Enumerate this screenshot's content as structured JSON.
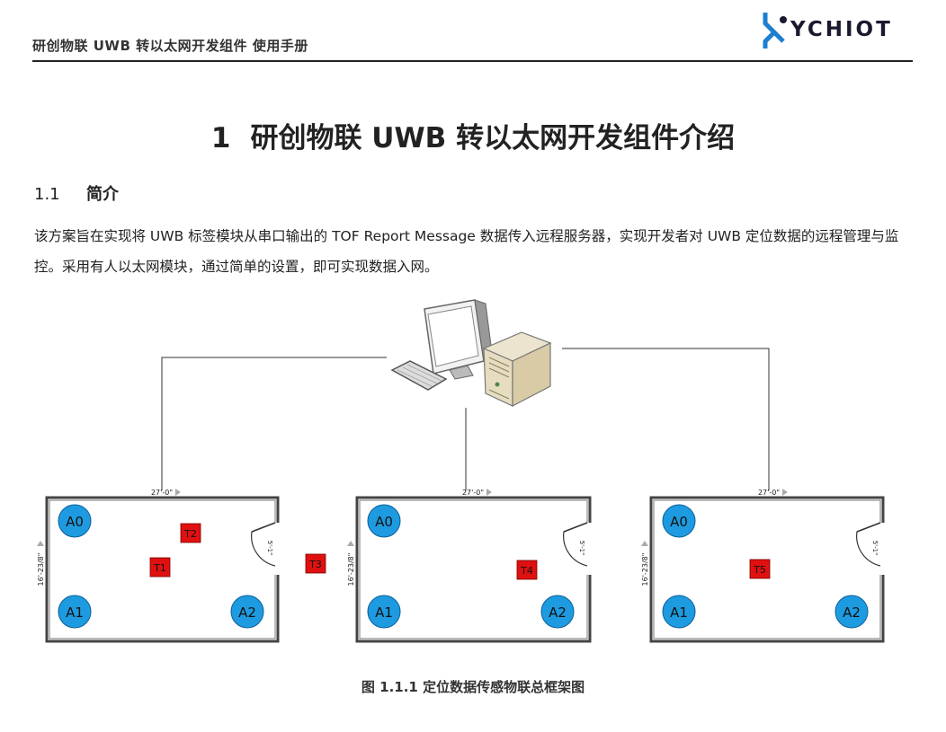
{
  "header": {
    "title": "研创物联 UWB 转以太网开发组件  使用手册",
    "logo_text": "YCHIOT"
  },
  "chapter": {
    "number": "1",
    "title": "研创物联 UWB 转以太网开发组件介绍"
  },
  "section": {
    "number": "1.1",
    "title": "简介"
  },
  "paragraph": "该方案旨在实现将 UWB 标签模块从串口输出的 TOF Report Message 数据传入远程服务器，实现开发者对 UWB 定位数据的远程管理与监控。采用有人以太网模块，通过简单的设置，即可实现数据入网。",
  "diagram": {
    "rooms": [
      {
        "width_label": "27'-0\"",
        "height_label": "16'-23/8\"",
        "door_label": "5'-1\"",
        "anchors": [
          "A0",
          "A1",
          "A2"
        ],
        "tags": [
          "T2",
          "T1"
        ]
      },
      {
        "width_label": "27'-0\"",
        "height_label": "16'-23/8\"",
        "door_label": "5'-1\"",
        "anchors": [
          "A0",
          "A1",
          "A2"
        ],
        "tags": [
          "T4"
        ]
      },
      {
        "width_label": "27'-0\"",
        "height_label": "16'-23/8\"",
        "door_label": "5'-1\"",
        "anchors": [
          "A0",
          "A1",
          "A2"
        ],
        "tags": [
          "T5"
        ]
      }
    ],
    "outside_tag": "T3",
    "colors": {
      "anchor": "#1e9be0",
      "tag": "#e01010",
      "wall": "#444444"
    }
  },
  "caption": "图 1.1.1  定位数据传感物联总框架图"
}
